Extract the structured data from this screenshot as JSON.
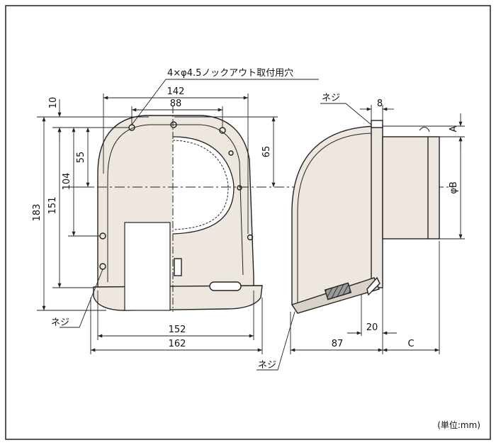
{
  "colors": {
    "stroke": "#222222",
    "body_fill": "#ede7df",
    "shade_fill": "#d9d2c8",
    "cross_hatch": "#555555"
  },
  "diagram": {
    "callout_hole": "4×φ4.5ノックアウト取付用穴",
    "screw_label": "ネジ",
    "dims": {
      "d142": "142",
      "d88": "88",
      "d10": "10",
      "d183": "183",
      "d151": "151",
      "d104": "104",
      "d55": "55",
      "d65": "65",
      "d152": "152",
      "d162": "162",
      "d8": "8",
      "dA": "A",
      "dB": "φB",
      "d87": "87",
      "d20": "20",
      "dC": "C"
    },
    "unit_note": "(単位:mm)"
  }
}
